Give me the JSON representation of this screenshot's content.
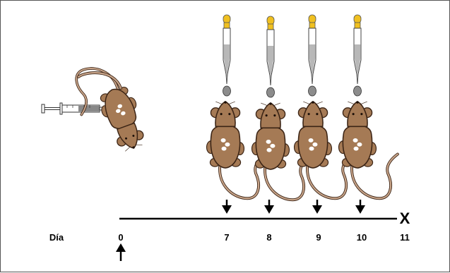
{
  "axis": {
    "row_label": "Día",
    "end_symbol": "X",
    "days": [
      "0",
      "7",
      "8",
      "9",
      "10",
      "11"
    ]
  },
  "events": {
    "injection_day": "0",
    "dropper_days": [
      "7",
      "8",
      "9",
      "10"
    ],
    "endpoint_day": "11"
  },
  "icons": {
    "syringe": "syringe-icon",
    "dropper": "dropper-icon",
    "mouse": "mouse-icon",
    "arrow_down": "arrow-down-icon",
    "arrow_up": "arrow-up-icon"
  },
  "colors": {
    "mouse_fur": "#a57a55",
    "mouse_outline": "#3b2415",
    "mouse_tail": "#c9a58a",
    "dropper_cap": "#f0c020",
    "dropper_liquid": "#b8b8b8",
    "drop": "#8c8c8c",
    "syringe_liquid": "#888888",
    "line": "#000000"
  }
}
